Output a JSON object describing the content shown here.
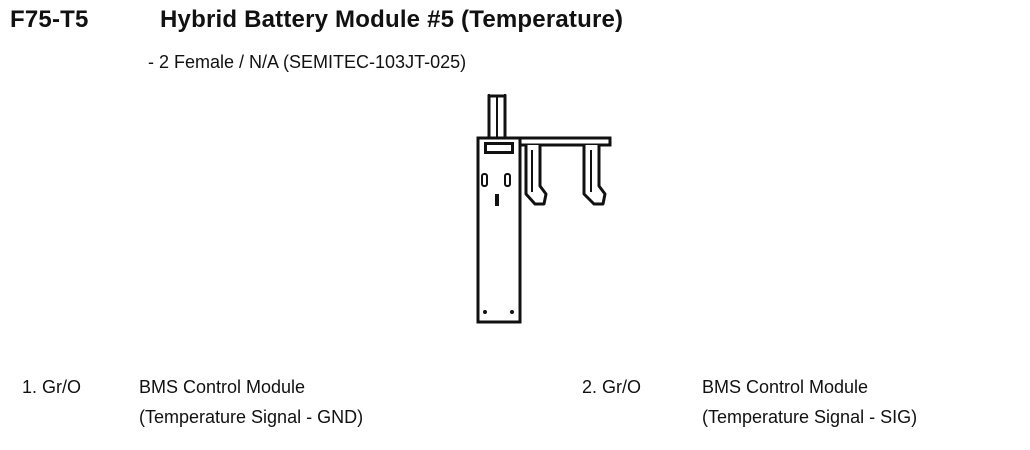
{
  "header": {
    "code": "F75-T5",
    "title": "Hybrid Battery Module #5 (Temperature)",
    "subtitle": "- 2 Female / N/A (SEMITEC-103JT-025)"
  },
  "pins": [
    {
      "number": "1. Gr/O",
      "line1": "BMS Control Module",
      "line2": "(Temperature Signal - GND)"
    },
    {
      "number": "2. Gr/O",
      "line1": "BMS Control Module",
      "line2": "(Temperature Signal - SIG)"
    }
  ],
  "colors": {
    "ink": "#111111",
    "background": "#ffffff"
  },
  "icons": {
    "connector": "connector-sensor-icon"
  }
}
